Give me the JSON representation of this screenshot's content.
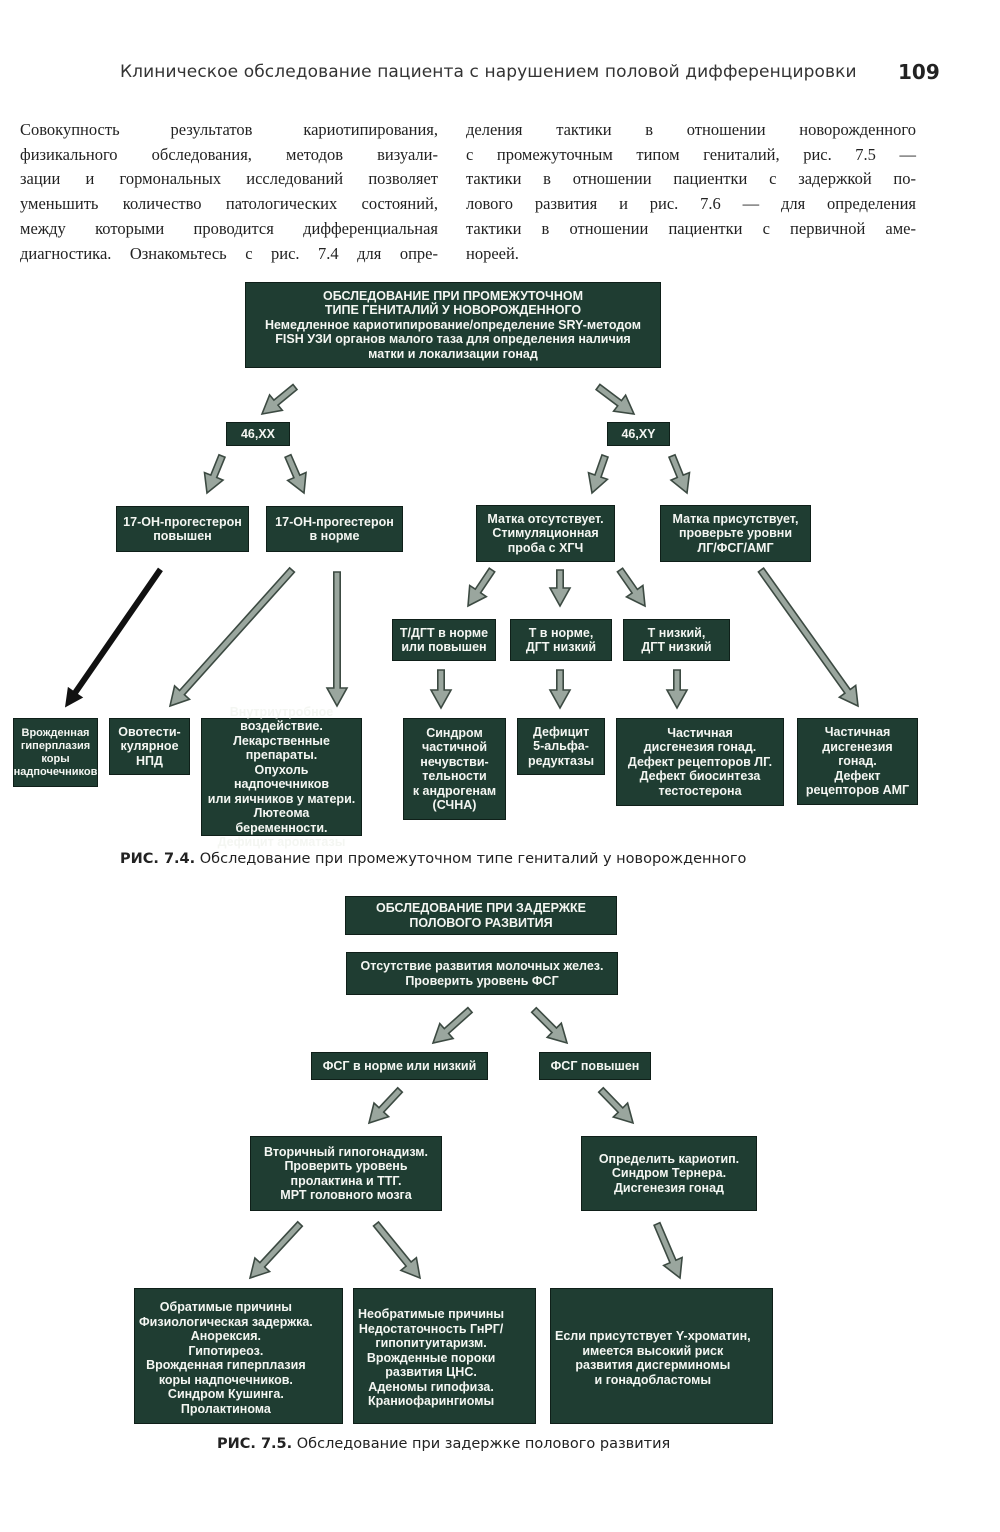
{
  "header": {
    "title": "Клиническое обследование пациента с нарушением половой дифференцировки",
    "page_number": "109"
  },
  "intro": {
    "left_lines": [
      "Совокупность результатов кариотипирования,",
      "физикального обследования, методов визуали-",
      "зации и гормональных исследований позволяет",
      "уменьшить количество патологических состояний,",
      "между которыми проводится дифференциальная",
      "диагностика. Ознакомьтесь с рис. 7.4 для опре-"
    ],
    "right_lines": [
      "деления тактики в отношении новорожденного",
      "с промежуточным типом гениталий, рис. 7.5 —",
      "тактики в отношении пациентки с задержкой по-",
      "лового развития и рис. 7.6 — для определения",
      "тактики в отношении пациентки с первичной аме-",
      "нореей."
    ]
  },
  "fig74": {
    "top": [
      "ОБСЛЕДОВАНИЕ ПРИ ПРОМЕЖУТОЧНОМ",
      "ТИПЕ ГЕНИТАЛИЙ У НОВОРОЖДЕННОГО",
      "Немедленное кариотипирование/определение SRY-методом",
      "FISH УЗИ органов малого таза для определения наличия",
      "матки и локализации гонад"
    ],
    "xx": [
      "46,XX"
    ],
    "xy": [
      "46,XY"
    ],
    "ohp_high": [
      "17-ОН-прогестерон",
      "повышен"
    ],
    "ohp_norm": [
      "17-ОН-прогестерон",
      "в норме"
    ],
    "uterus_absent": [
      "Матка отсутствует.",
      "Стимуляционная",
      "проба с ХГЧ"
    ],
    "uterus_present": [
      "Матка присутствует,",
      "проверьте уровни",
      "ЛГ/ФСГ/АМГ"
    ],
    "t_norm_high": [
      "Т/ДГТ в норме",
      "или повышен"
    ],
    "t_norm_dht_low": [
      "Т в норме,",
      "ДГТ низкий"
    ],
    "t_low": [
      "Т низкий,",
      "ДГТ низкий"
    ],
    "cah": [
      "Врожденная",
      "гиперплазия",
      "коры",
      "надпочечников"
    ],
    "ovotest": [
      "Овотести-",
      "кулярное",
      "НПД"
    ],
    "intrauterine": [
      "Внутриутробное",
      "воздействие.",
      "Лекарственные препараты.",
      "Опухоль надпочечников",
      "или яичников у матери.",
      "Лютеома беременности.",
      "Дефицит ароматазы"
    ],
    "pais": [
      "Синдром",
      "частичной",
      "нечувстви-",
      "тельности",
      "к андрогенам",
      "(СЧНА)"
    ],
    "alpha_red": [
      "Дефицит",
      "5-альфа-",
      "редуктазы"
    ],
    "partial_dysg": [
      "Частичная",
      "дисгенезия гонад.",
      "Дефект рецепторов ЛГ.",
      "Дефект биосинтеза",
      "тестостерона"
    ],
    "partial_dysg_amh": [
      "Частичная",
      "дисгенезия",
      "гонад.",
      "Дефект",
      "рецепторов АМГ"
    ],
    "caption_bold": "РИС. 7.4.",
    "caption_text": " Обследование при промежуточном типе гениталий у новорожденного"
  },
  "fig75": {
    "top": [
      "ОБСЛЕДОВАНИЕ ПРИ ЗАДЕРЖКЕ",
      "ПОЛОВОГО РАЗВИТИЯ"
    ],
    "no_breast": [
      "Отсутствие развития молочных желез.",
      "Проверить уровень ФСГ"
    ],
    "fsh_norm": [
      "ФСГ в норме или низкий"
    ],
    "fsh_high": [
      "ФСГ повышен"
    ],
    "secondary": [
      "Вторичный гипогонадизм.",
      "Проверить уровень",
      "пролактина и ТТГ.",
      "МРТ головного мозга"
    ],
    "karyotype": [
      "Определить кариотип.",
      "Синдром Тернера.",
      "Дисгенезия гонад"
    ],
    "reversible": [
      "Обратимые причины",
      "Физиологическая задержка.",
      "Анорексия.",
      "Гипотиреоз.",
      "Врожденная гиперплазия",
      "коры надпочечников.",
      "Синдром Кушинга.",
      "Пролактинома"
    ],
    "irreversible": [
      "Необратимые причины",
      "Недостаточность ГнРГ/",
      "гипопитуитаризм.",
      "Врожденные пороки",
      "развития ЦНС.",
      "Аденомы гипофиза.",
      "Краниофарингиомы"
    ],
    "ychrom": [
      "Если присутствует Y-хроматин,",
      "имеется высокий риск",
      "развития дисгерминомы",
      "и гонадобластомы"
    ],
    "caption_bold": "РИС. 7.5.",
    "caption_text": " Обследование при задержке полового развития"
  },
  "colors": {
    "box_fill": "#1f3d32",
    "box_text": "#f4f6f2",
    "arrow_outline": "#3c4a42",
    "arrow_fill": "#9aa69e",
    "arrow_black": "#111111"
  }
}
